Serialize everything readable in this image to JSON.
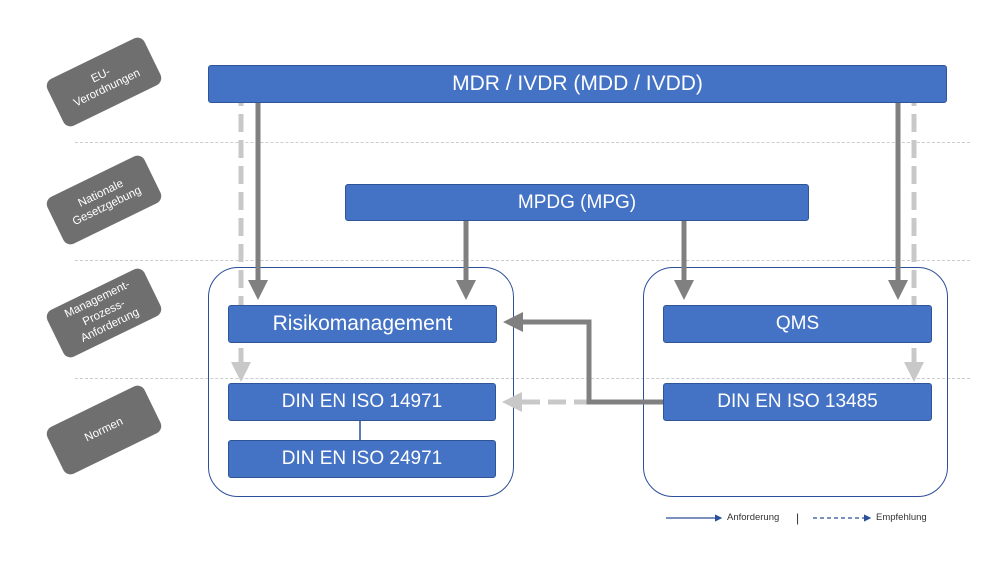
{
  "layers": [
    {
      "id": "eu",
      "label": "EU-\nVerordnungen"
    },
    {
      "id": "national",
      "label": "Nationale\nGesetzgebung"
    },
    {
      "id": "management",
      "label": "Management-\nProzess-\nAnforderung"
    },
    {
      "id": "normen",
      "label": "Normen"
    }
  ],
  "boxes": {
    "mdr": "MDR / IVDR (MDD / IVDD)",
    "mpdg": "MPDG (MPG)",
    "risk": "Risikomanagement",
    "qms": "QMS",
    "iso14971": "DIN EN ISO 14971",
    "iso24971": "DIN EN ISO 24971",
    "iso13485": "DIN EN ISO 13485"
  },
  "legend": {
    "requirement": "Anforderung",
    "separator": "|",
    "recommendation": "Empfehlung"
  },
  "colors": {
    "box_fill": "#4472c4",
    "group_border": "#2b4f9a",
    "layer_label_fill": "#6f6f6f",
    "requirement_arrow": "#808080",
    "recommendation_arrow": "#c8c8c8",
    "legend_arrow": "#2b4f9a"
  }
}
